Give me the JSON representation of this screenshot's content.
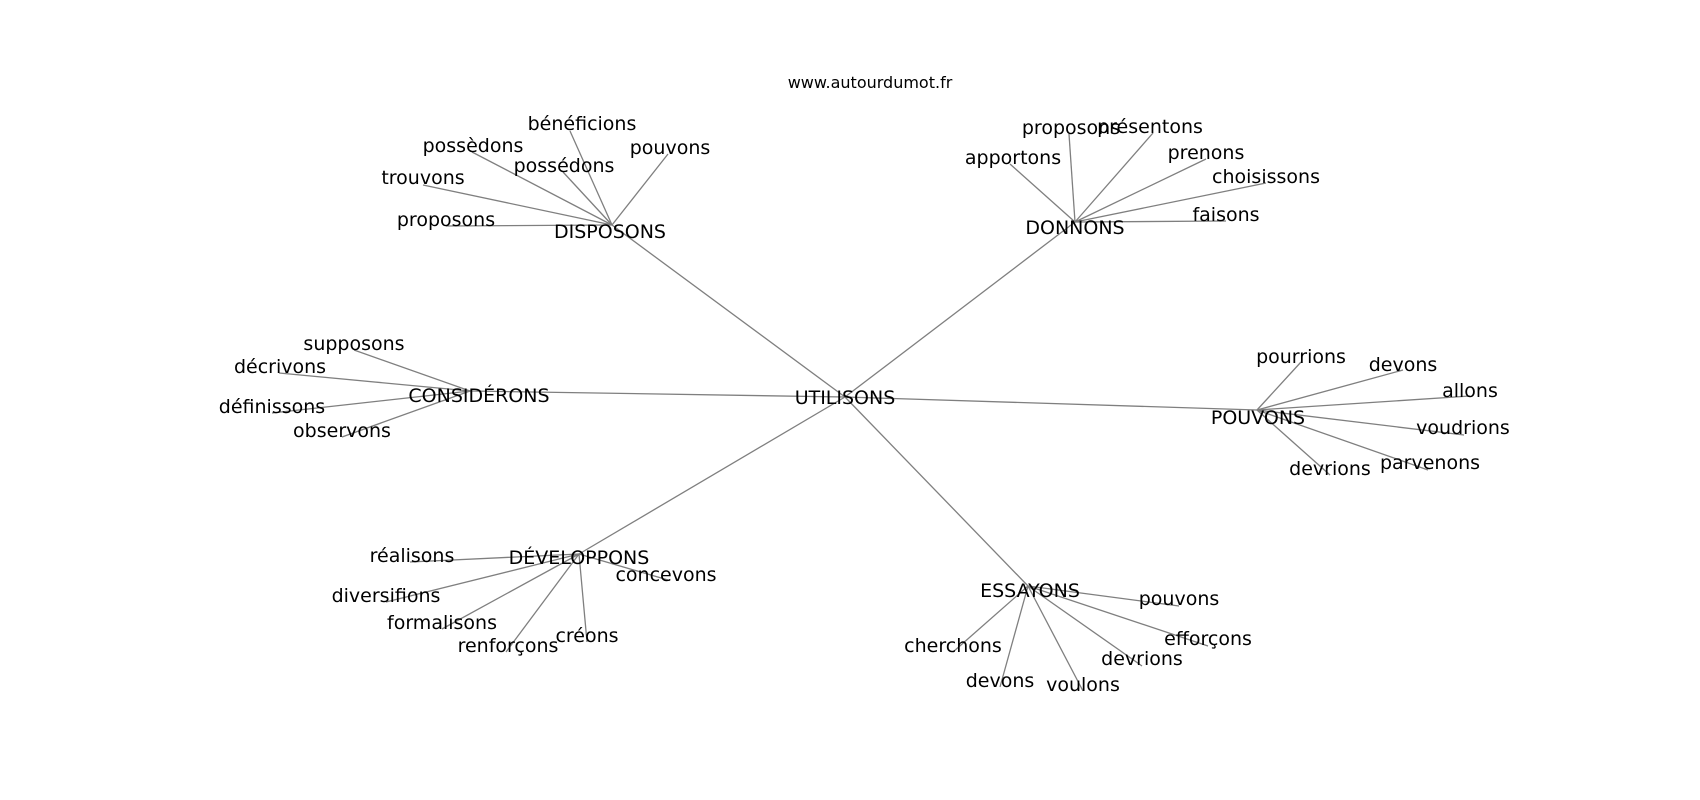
{
  "source": "www.autourdumot.fr",
  "center": "UTILISONS",
  "groups": [
    {
      "label": "DISPOSONS",
      "children": [
        "bénéficions",
        "possèdons",
        "possédons",
        "pouvons",
        "trouvons",
        "proposons"
      ]
    },
    {
      "label": "DONNONS",
      "children": [
        "proposons",
        "présentons",
        "apportons",
        "prenons",
        "choisissons",
        "faisons"
      ]
    },
    {
      "label": "CONSIDÉRONS",
      "children": [
        "supposons",
        "décrivons",
        "définissons",
        "observons"
      ]
    },
    {
      "label": "POUVONS",
      "children": [
        "pourrions",
        "devons",
        "allons",
        "voudrions",
        "devrions",
        "parvenons"
      ]
    },
    {
      "label": "DÉVELOPPONS",
      "children": [
        "réalisons",
        "concevons",
        "diversifions",
        "formalisons",
        "renforçons",
        "créons"
      ]
    },
    {
      "label": "ESSAYONS",
      "children": [
        "pouvons",
        "efforçons",
        "cherchons",
        "devrions",
        "devons",
        "voulons"
      ]
    }
  ]
}
